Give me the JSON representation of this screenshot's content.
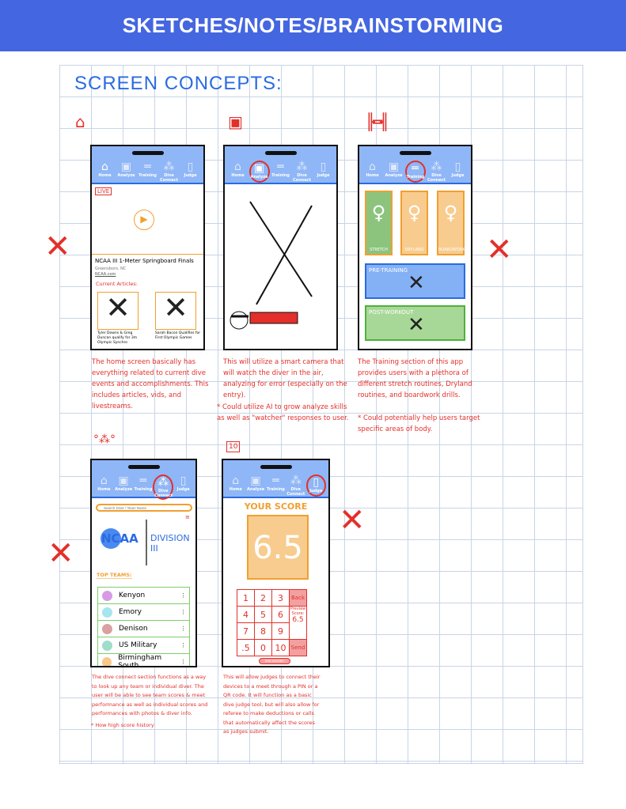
{
  "header": {
    "title": "SKETCHES/NOTES/BRAINSTORMING"
  },
  "section_title": "SCREEN CONCEPTS:",
  "nav": {
    "home": "Home",
    "analyze": "Analyze",
    "training": "Training",
    "dive_connect": "Dive Connect",
    "judge": "Judge"
  },
  "home": {
    "live": "LIVE",
    "event_title": "NCAA III 1-Meter Springboard Finals",
    "location": "Greensboro, NC",
    "link": "NCAA.com",
    "articles_label": "Current Articles:",
    "articles": [
      "Tyler Downs & Greg Duncan qualify for 3m Olympic Synchro",
      "Sarah Bacon Qualifies for First Olympic Games"
    ],
    "note": "The home screen basically has everything related to current dive events and accomplishments. This includes articles, vids, and livestreams."
  },
  "analyze": {
    "note": "This will utilize a smart camera that will watch the diver in the air, analyzing for error (especially on the entry).",
    "note2": "* Could utilize AI to grow analyze skills as well as \"watcher\" responses to user."
  },
  "training": {
    "cards": [
      "STRETCH",
      "DRYLAND",
      "BOARDWORK"
    ],
    "pre": "PRE-TRAINING",
    "post": "POST-WORKOUT",
    "note": "The Training section of this app provides users with a plethora of different stretch routines, Dryland routines, and boardwork drills.",
    "note2": "* Could potentially help users target specific areas of body."
  },
  "connect": {
    "search_placeholder": "Search Diver / Team Name",
    "ncaa": "NCAA",
    "division": "DIVISION III",
    "top_teams": "TOP TEAMS:",
    "teams": [
      {
        "name": "Kenyon",
        "color": "#d79be6"
      },
      {
        "name": "Emory",
        "color": "#a6e6ee"
      },
      {
        "name": "Denison",
        "color": "#dba0a0"
      },
      {
        "name": "US Military",
        "color": "#9edccb"
      },
      {
        "name": "Birmingham South",
        "color": "#f7c98a"
      }
    ],
    "note": "The dive connect section functions as a way to look up any team or individual diver. The user will be able to see team scores & meet performance as well as individual scores and performances with photos & diver info.",
    "note2": "* How high score history"
  },
  "judge": {
    "your_score": "YOUR SCORE",
    "score": "6.5",
    "keys": [
      "1",
      "2",
      "3",
      "4",
      "5",
      "6",
      "7",
      "8",
      "9",
      ".5",
      "0",
      "10"
    ],
    "back": "Back",
    "preview_label": "Preview Score:",
    "preview": "6.5",
    "send": "Send",
    "pill": "END JUDGING",
    "note": "This will allow judges to connect their devices to a meet through a PIN or a QR code. It will function as a basic dive judge tool, but will also allow for referee to make deductions or calls that automatically affect the scores as judges submit."
  },
  "marks": {
    "x": "✕",
    "ten": "10"
  }
}
